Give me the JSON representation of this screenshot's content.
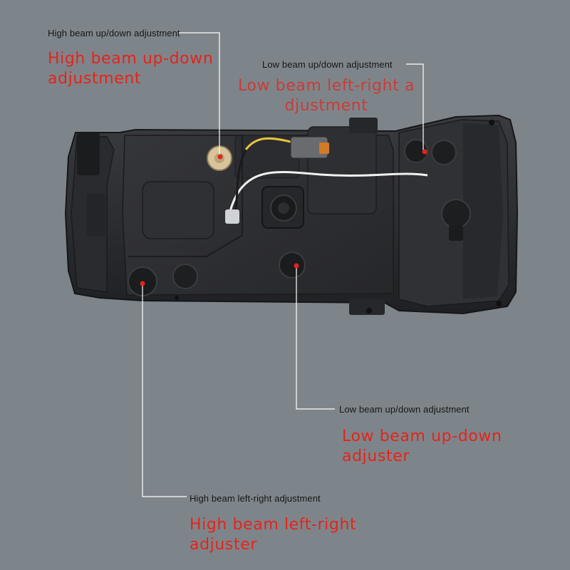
{
  "labels": {
    "high_updown_small": "High beam up/down adjustment",
    "high_updown_red_1": "High beam up-down",
    "high_updown_red_2": "adjustment",
    "low_updown_top_small": "Low beam up/down adjustment",
    "low_leftright_red_1": "Low beam left-right a",
    "low_leftright_red_2": "djustment",
    "low_updown_small": "Low beam up/down adjustment",
    "low_updown_red_1": "Low beam up-down",
    "low_updown_red_2": "adjuster",
    "high_leftright_small": "High beam left-right adjustment",
    "high_leftright_red_1": "High beam left-right",
    "high_leftright_red_2": "adjuster"
  },
  "colors": {
    "background": "#7e858a",
    "housing": "#2c2d30",
    "callout_line": "#ffffff",
    "marker": "#e5231b",
    "label_red": "#e5231b",
    "label_dark": "#111111"
  }
}
